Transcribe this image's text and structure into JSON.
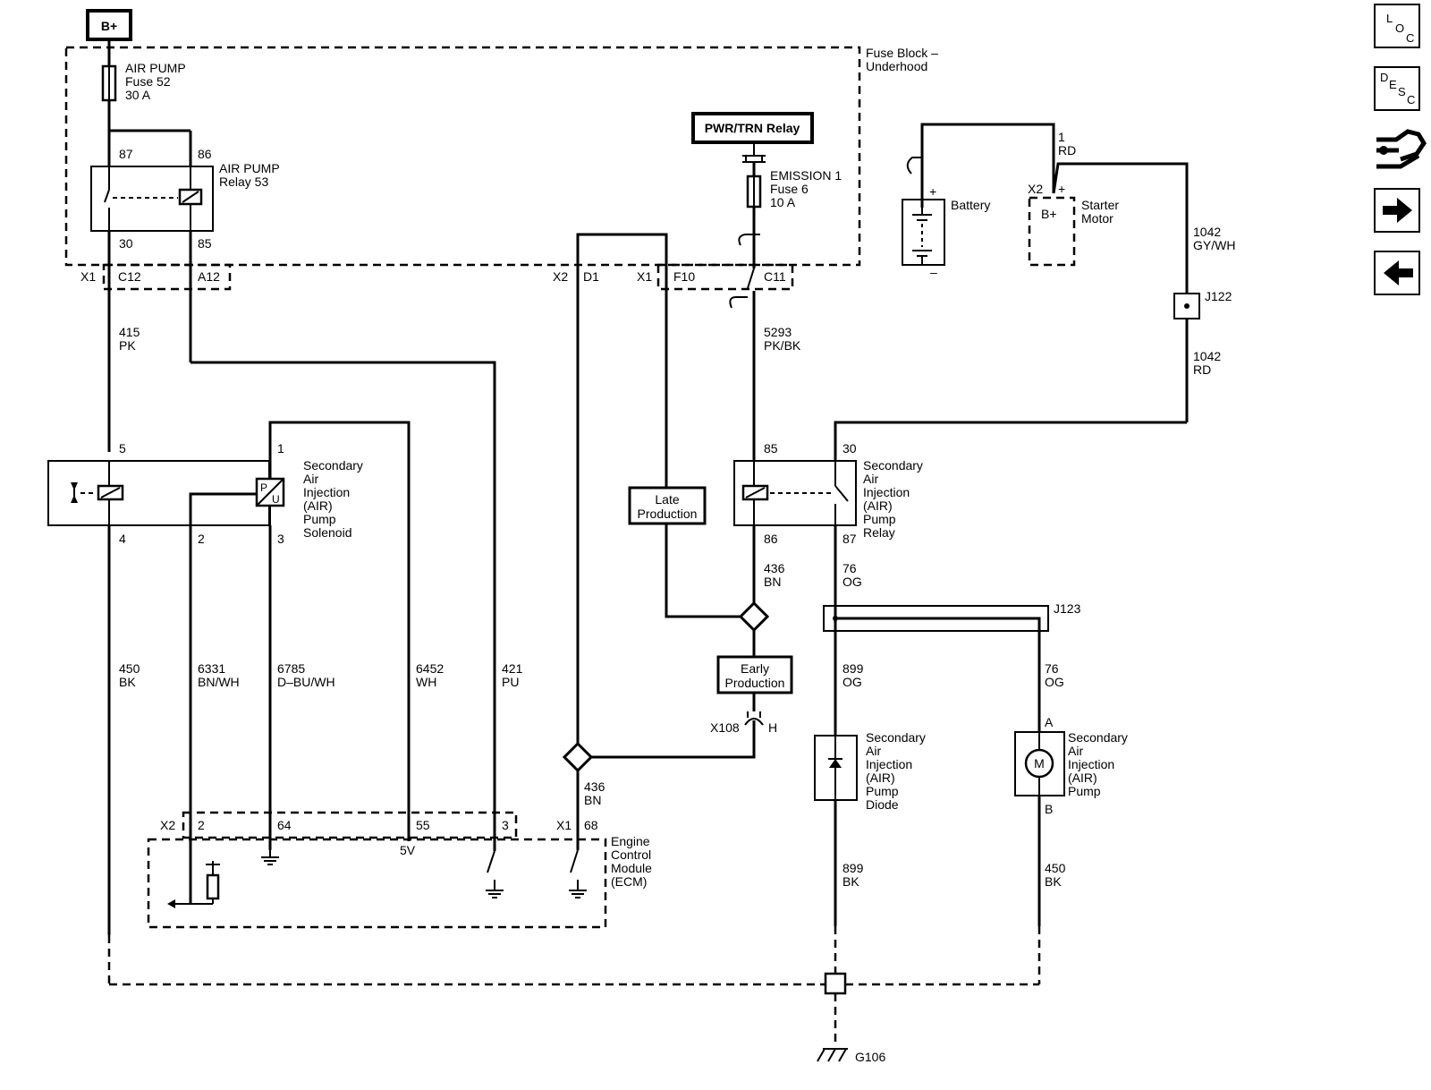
{
  "power": {
    "bplus": "B+"
  },
  "fuse_block": {
    "name_line1": "Fuse Block –",
    "name_line2": "Underhood"
  },
  "air_pump_fuse": {
    "line1": "AIR PUMP",
    "line2": "Fuse 52",
    "line3": "30 A"
  },
  "air_pump_relay": {
    "line1": "AIR PUMP",
    "line2": "Relay 53",
    "pin87": "87",
    "pin86": "86",
    "pin30": "30",
    "pin85": "85"
  },
  "pwr_relay": {
    "label": "PWR/TRN Relay"
  },
  "emission_fuse": {
    "line1": "EMISSION 1",
    "line2": "Fuse 6",
    "line3": "10 A"
  },
  "connectors": {
    "x1_a": "X1",
    "c12": "C12",
    "a12": "A12",
    "x2_a": "X2",
    "d1": "D1",
    "x1_b": "X1",
    "f10": "F10",
    "c11": "C11",
    "x108": "X108",
    "x108_pin": "H",
    "x2_ecm": "X2",
    "x1_ecm": "X1",
    "j122": "J122",
    "j123": "J123",
    "g106": "G106"
  },
  "wires": {
    "w415": "415",
    "w415c": "PK",
    "w5293": "5293",
    "w5293c": "PK/BK",
    "w1": "1",
    "w1c": "RD",
    "w1042a": "1042",
    "w1042ac": "GY/WH",
    "w1042b": "1042",
    "w1042bc": "RD",
    "w436a": "436",
    "w436ac": "BN",
    "w76a": "76",
    "w76ac": "OG",
    "w450": "450",
    "w450c": "BK",
    "w6331": "6331",
    "w6331c": "BN/WH",
    "w6785": "6785",
    "w6785c": "D–BU/WH",
    "w6452": "6452",
    "w6452c": "WH",
    "w421": "421",
    "w421c": "PU",
    "w899a": "899",
    "w899ac": "OG",
    "w76b": "76",
    "w76bc": "OG",
    "w436b": "436",
    "w436bc": "BN",
    "w899b": "899",
    "w899bc": "BK",
    "w450b": "450",
    "w450bc": "BK"
  },
  "battery": {
    "label": "Battery",
    "plus": "+",
    "minus": "–"
  },
  "starter": {
    "x2": "X2",
    "plus": "+",
    "bplus": "B+",
    "line1": "Starter",
    "line2": "Motor"
  },
  "solenoid": {
    "pin5": "5",
    "pin1": "1",
    "pin4": "4",
    "pin2": "2",
    "pin3": "3",
    "lines": [
      "Secondary",
      "Air",
      "Injection",
      "(AIR)",
      "Pump",
      "Solenoid"
    ]
  },
  "sec_relay": {
    "pin85": "85",
    "pin30": "30",
    "pin86": "86",
    "pin87": "87",
    "lines": [
      "Secondary",
      "Air",
      "Injection",
      "(AIR)",
      "Pump",
      "Relay"
    ]
  },
  "late_prod": {
    "line1": "Late",
    "line2": "Production"
  },
  "early_prod": {
    "line1": "Early",
    "line2": "Production"
  },
  "ecm": {
    "pin2": "2",
    "pin64": "64",
    "pin55": "55",
    "pin3": "3",
    "pin68": "68",
    "v5": "5V",
    "lines": [
      "Engine",
      "Control",
      "Module",
      "(ECM)"
    ]
  },
  "diode": {
    "lines": [
      "Secondary",
      "Air",
      "Injection",
      "(AIR)",
      "Pump",
      "Diode"
    ]
  },
  "pump": {
    "pinA": "A",
    "pinB": "B",
    "motor": "M",
    "lines": [
      "Secondary",
      "Air",
      "Injection",
      "(AIR)",
      "Pump"
    ]
  },
  "nav": {
    "loc": {
      "a": "L",
      "b": "O",
      "c": "C"
    },
    "desc": {
      "a": "D",
      "b": "E",
      "c": "S",
      "d": "C"
    },
    "icons": [
      "connector-icon",
      "arrow-right-icon",
      "arrow-left-icon"
    ]
  }
}
